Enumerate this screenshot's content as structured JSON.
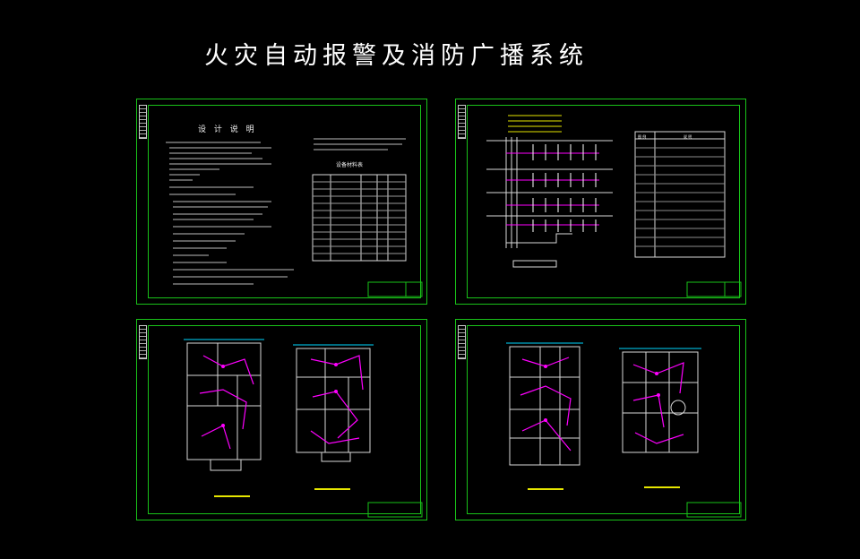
{
  "title": "火灾自动报警及消防广播系统",
  "sheet1": {
    "heading": "设 计 说 明",
    "table_heading": "设备材料表"
  },
  "sheet2": {
    "legend_col1": "图 例",
    "legend_col2": "说 明"
  },
  "colors": {
    "border": "#19c219",
    "wiring": "#ff00ff",
    "text": "#f0f0f0",
    "caption": "#e6e600",
    "wall": "#d8d8d8"
  }
}
